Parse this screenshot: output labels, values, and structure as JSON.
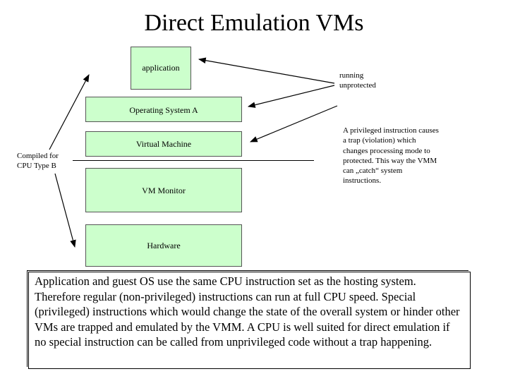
{
  "title": "Direct Emulation VMs",
  "boxes": {
    "application": "application",
    "os": "Operating System A",
    "vm": "Virtual Machine",
    "monitor": "VM Monitor",
    "hardware": "Hardware"
  },
  "labels": {
    "running": "running unprotected",
    "privileged": "A privileged instruction causes a trap (violation) which changes processing mode to protected. This way the VMM can „catch“ system instructions.",
    "compiled": "Compiled for CPU Type B"
  },
  "description": "Application and guest OS use the same CPU instruction set as the hosting system. Therefore regular (non-privileged) instructions can run at full CPU speed. Special (privileged) instructions which would change the state of the overall system or hinder other VMs are trapped and emulated by the VMM. A CPU is well suited for direct emulation if no special instruction can be called from unprivileged code without a trap happening."
}
